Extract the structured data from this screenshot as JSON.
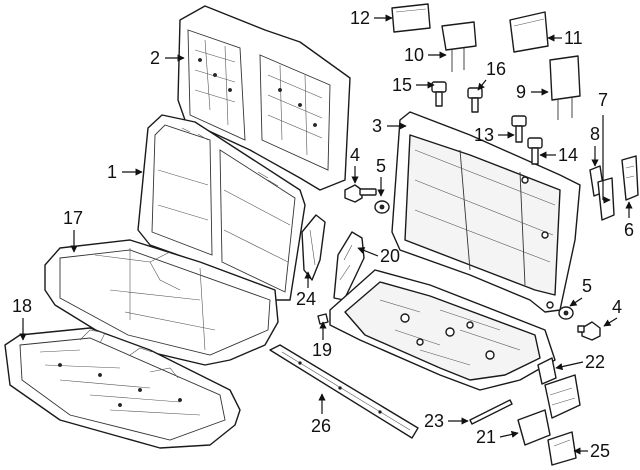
{
  "diagram": {
    "callouts": [
      "1",
      "2",
      "3",
      "4",
      "5",
      "6",
      "7",
      "8",
      "9",
      "10",
      "11",
      "12",
      "13",
      "14",
      "15",
      "16",
      "17",
      "18",
      "19",
      "20",
      "21",
      "22",
      "23",
      "24",
      "25",
      "26",
      "4",
      "5"
    ]
  },
  "colors": {
    "line": "#1a1a1a",
    "background": "#ffffff",
    "part_fill": "#ffffff",
    "arrow": "#111111"
  }
}
